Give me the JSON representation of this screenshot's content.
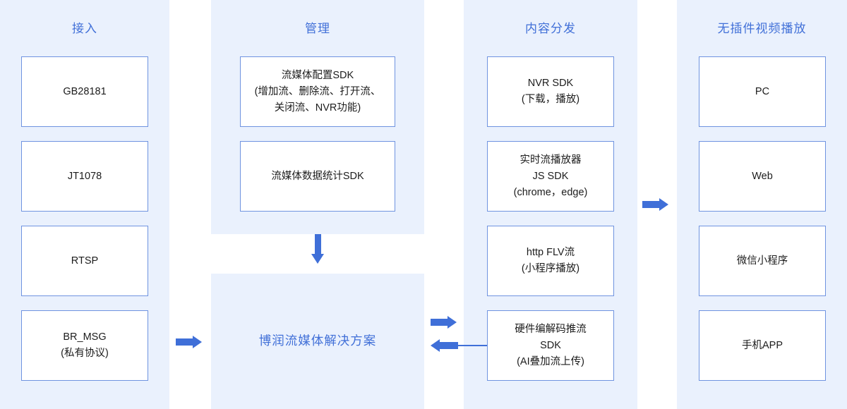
{
  "theme": {
    "band_bg": "#eaf1fd",
    "accent": "#4170d8",
    "arrow": "#3f6fd8",
    "box_border": "#6f93e0",
    "box_bg": "#ffffff",
    "text": "#1c1c1c"
  },
  "columns": {
    "access": {
      "title": "接入",
      "boxes": [
        {
          "label": "GB28181"
        },
        {
          "label": "JT1078"
        },
        {
          "label": "RTSP"
        },
        {
          "label": "BR_MSG\n(私有协议)"
        }
      ]
    },
    "manage": {
      "title": "管理",
      "boxes": [
        {
          "label": "流媒体配置SDK\n(增加流、删除流、打开流、\n关闭流、NVR功能)"
        },
        {
          "label": "流媒体数据统计SDK"
        }
      ]
    },
    "solution": {
      "label": "博润流媒体解决方案"
    },
    "content": {
      "title": "内容分发",
      "boxes": [
        {
          "label": "NVR SDK\n(下载，播放)"
        },
        {
          "label": "实时流播放器\nJS SDK\n(chrome，edge)"
        },
        {
          "label": "http FLV流\n(小程序播放)"
        },
        {
          "label": "硬件编解码推流\nSDK\n(AI叠加流上传)"
        }
      ]
    },
    "play": {
      "title": "无插件视频播放",
      "boxes": [
        {
          "label": "PC"
        },
        {
          "label": "Web"
        },
        {
          "label": "微信小程序"
        },
        {
          "label": "手机APP"
        }
      ]
    }
  },
  "arrows": [
    {
      "name": "arrow-manage-to-solution",
      "direction": "down"
    },
    {
      "name": "arrow-access-to-solution",
      "direction": "right"
    },
    {
      "name": "arrow-solution-to-content",
      "direction": "right"
    },
    {
      "name": "arrow-content-to-solution",
      "direction": "left"
    },
    {
      "name": "arrow-content-to-play",
      "direction": "right"
    }
  ]
}
